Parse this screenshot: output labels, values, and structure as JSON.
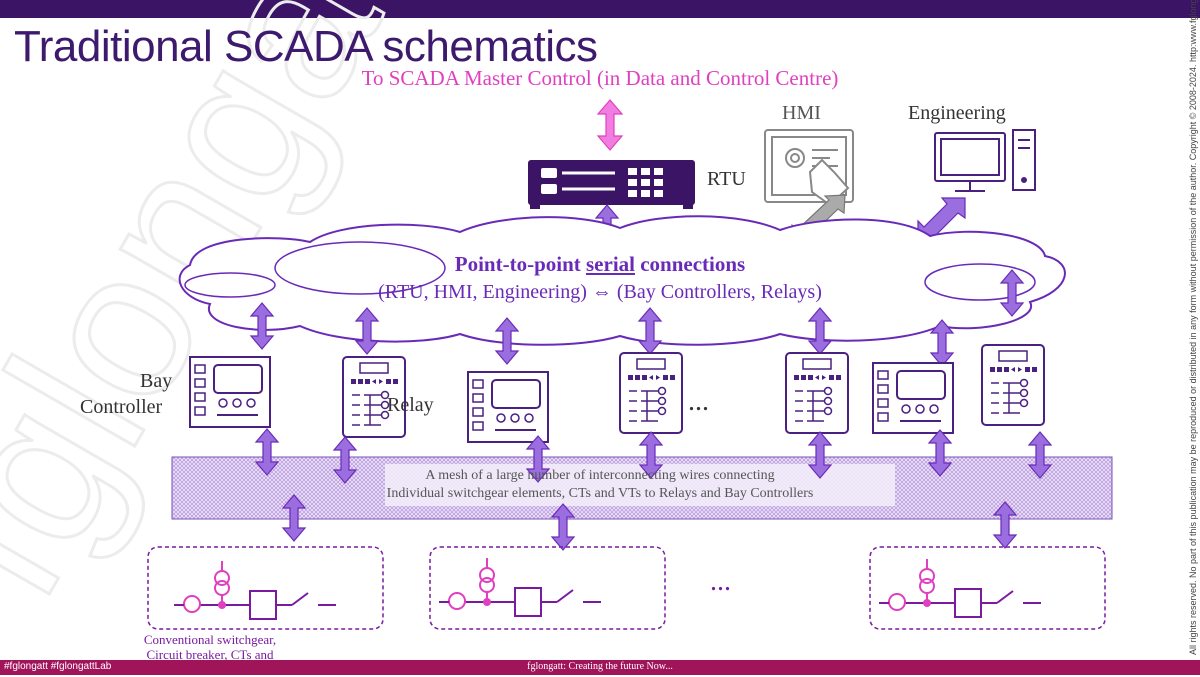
{
  "title": "Traditional SCADA schematics",
  "subtitle": "To SCADA Master Control (in Data and Control Centre)",
  "rtu_label": "RTU",
  "hmi_label": "HMI",
  "engineering_label": "Engineering",
  "cloud": {
    "title_pre": "Point-to-point ",
    "title_under": "serial",
    "title_post": " connections",
    "subtitle": "(RTU, HMI, Engineering) ⇔ (Bay Controllers, Relays)"
  },
  "bay_controller_label_1": "Bay",
  "bay_controller_label_2": "Controller",
  "relay_label": "Relay",
  "ellipsis": "...",
  "mesh": {
    "line1": "A mesh of a large number of interconnecting wires connecting",
    "line2": "Individual switchgear elements, CTs and VTs to Relays and Bay Controllers"
  },
  "switchgear_caption": "Conventional switchgear, Circuit breaker, CTs and TVs",
  "watermark": "fglongatt",
  "footer": {
    "left": "#fglongatt #fglongattLab",
    "center": "fglongatt: Creating the future Now..."
  },
  "side_note": "All rights reserved. No part of this publication may be reproduced or distributed in any form without permission of the author. Copyright © 2008-2024. http:www.fglongatt.org",
  "colors": {
    "purple": "#6a2ab8",
    "dark_purple": "#3b1466",
    "magenta": "#e040c0",
    "footer": "#a0145a",
    "gray_arrow": "#888888"
  }
}
